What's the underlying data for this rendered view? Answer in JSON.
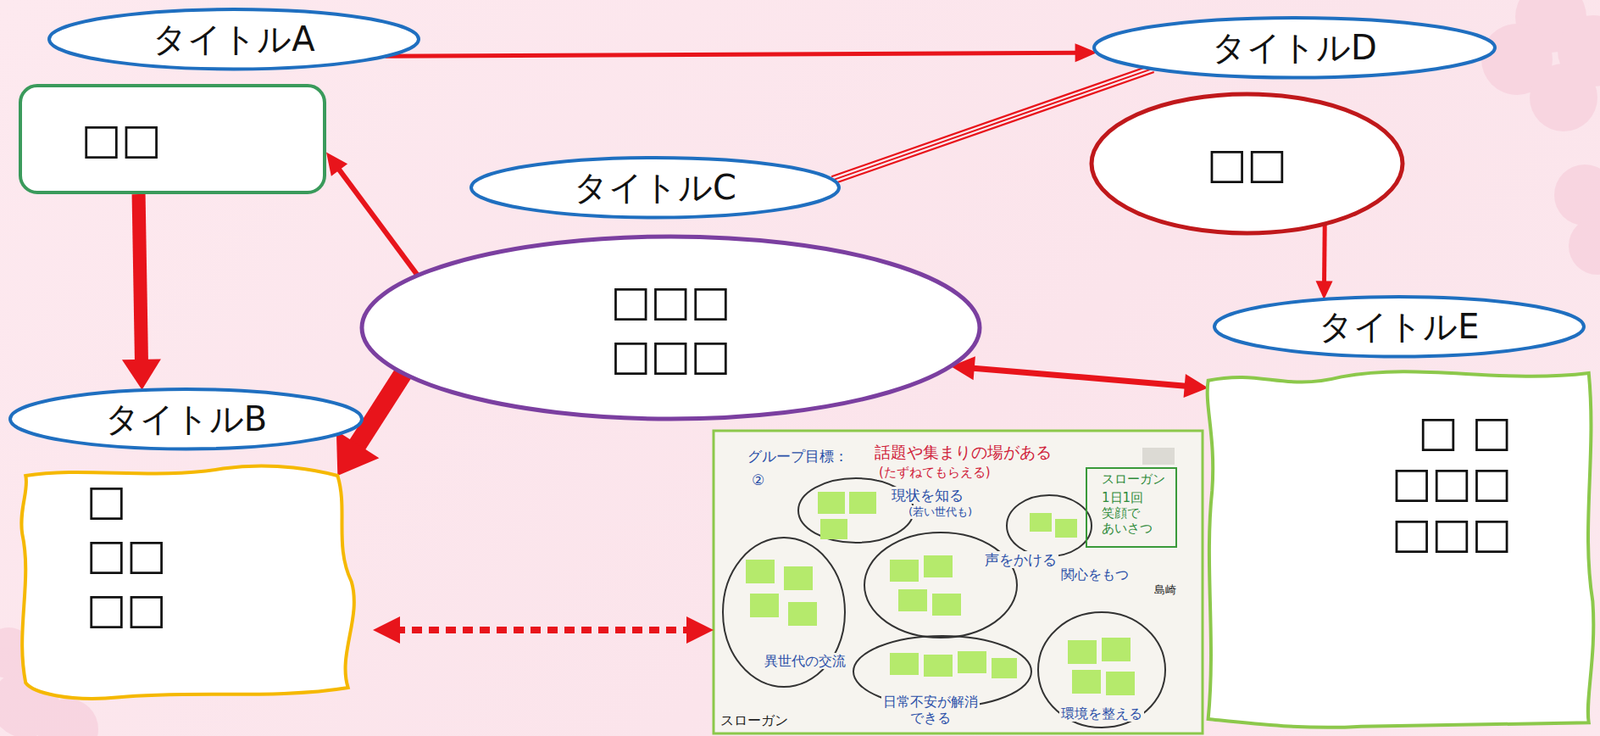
{
  "diagram": {
    "nodes": [
      {
        "text": [
          "タイトルA"
        ]
      },
      {
        "text": [
          "□□"
        ]
      },
      {
        "text": [
          "タイトルC"
        ]
      },
      {
        "text": [
          "□□□ □□□"
        ]
      },
      {
        "text": [
          "タイトルB"
        ]
      },
      {
        "text": [
          "□ □□ □□"
        ]
      },
      {
        "text": [
          "タイトルD"
        ]
      },
      {
        "text": [
          "□□"
        ]
      },
      {
        "text": [
          "タイトルE"
        ]
      },
      {
        "text": [
          "□ □ □□□ □□□"
        ]
      }
    ],
    "edges": [
      {
        "from": 0,
        "to": 6,
        "arrow": "to"
      },
      {
        "from": 1,
        "to": 4,
        "arrow": "to"
      },
      {
        "from": 3,
        "to": 1,
        "arrow": "to"
      },
      {
        "from": 2,
        "to": 6,
        "arrow": "none"
      },
      {
        "from": 7,
        "to": 8,
        "arrow": "to"
      },
      {
        "from": 3,
        "to": 9,
        "arrow": "both"
      },
      {
        "from": 3,
        "to": 5,
        "arrow": "to"
      }
    ],
    "labels": [
      "グループ目標：",
      "話題や集まりの場がある",
      "(たずねてもらえる)",
      "②",
      "スローガン",
      "1日1回 笑顔で あいさつ",
      "現状を知る",
      "(若い世代も)",
      "声をかける",
      "関心をもつ",
      "島崎",
      "異世代の交流",
      "日常不安が解消 できる",
      "環境を整える",
      "スローガン"
    ]
  }
}
